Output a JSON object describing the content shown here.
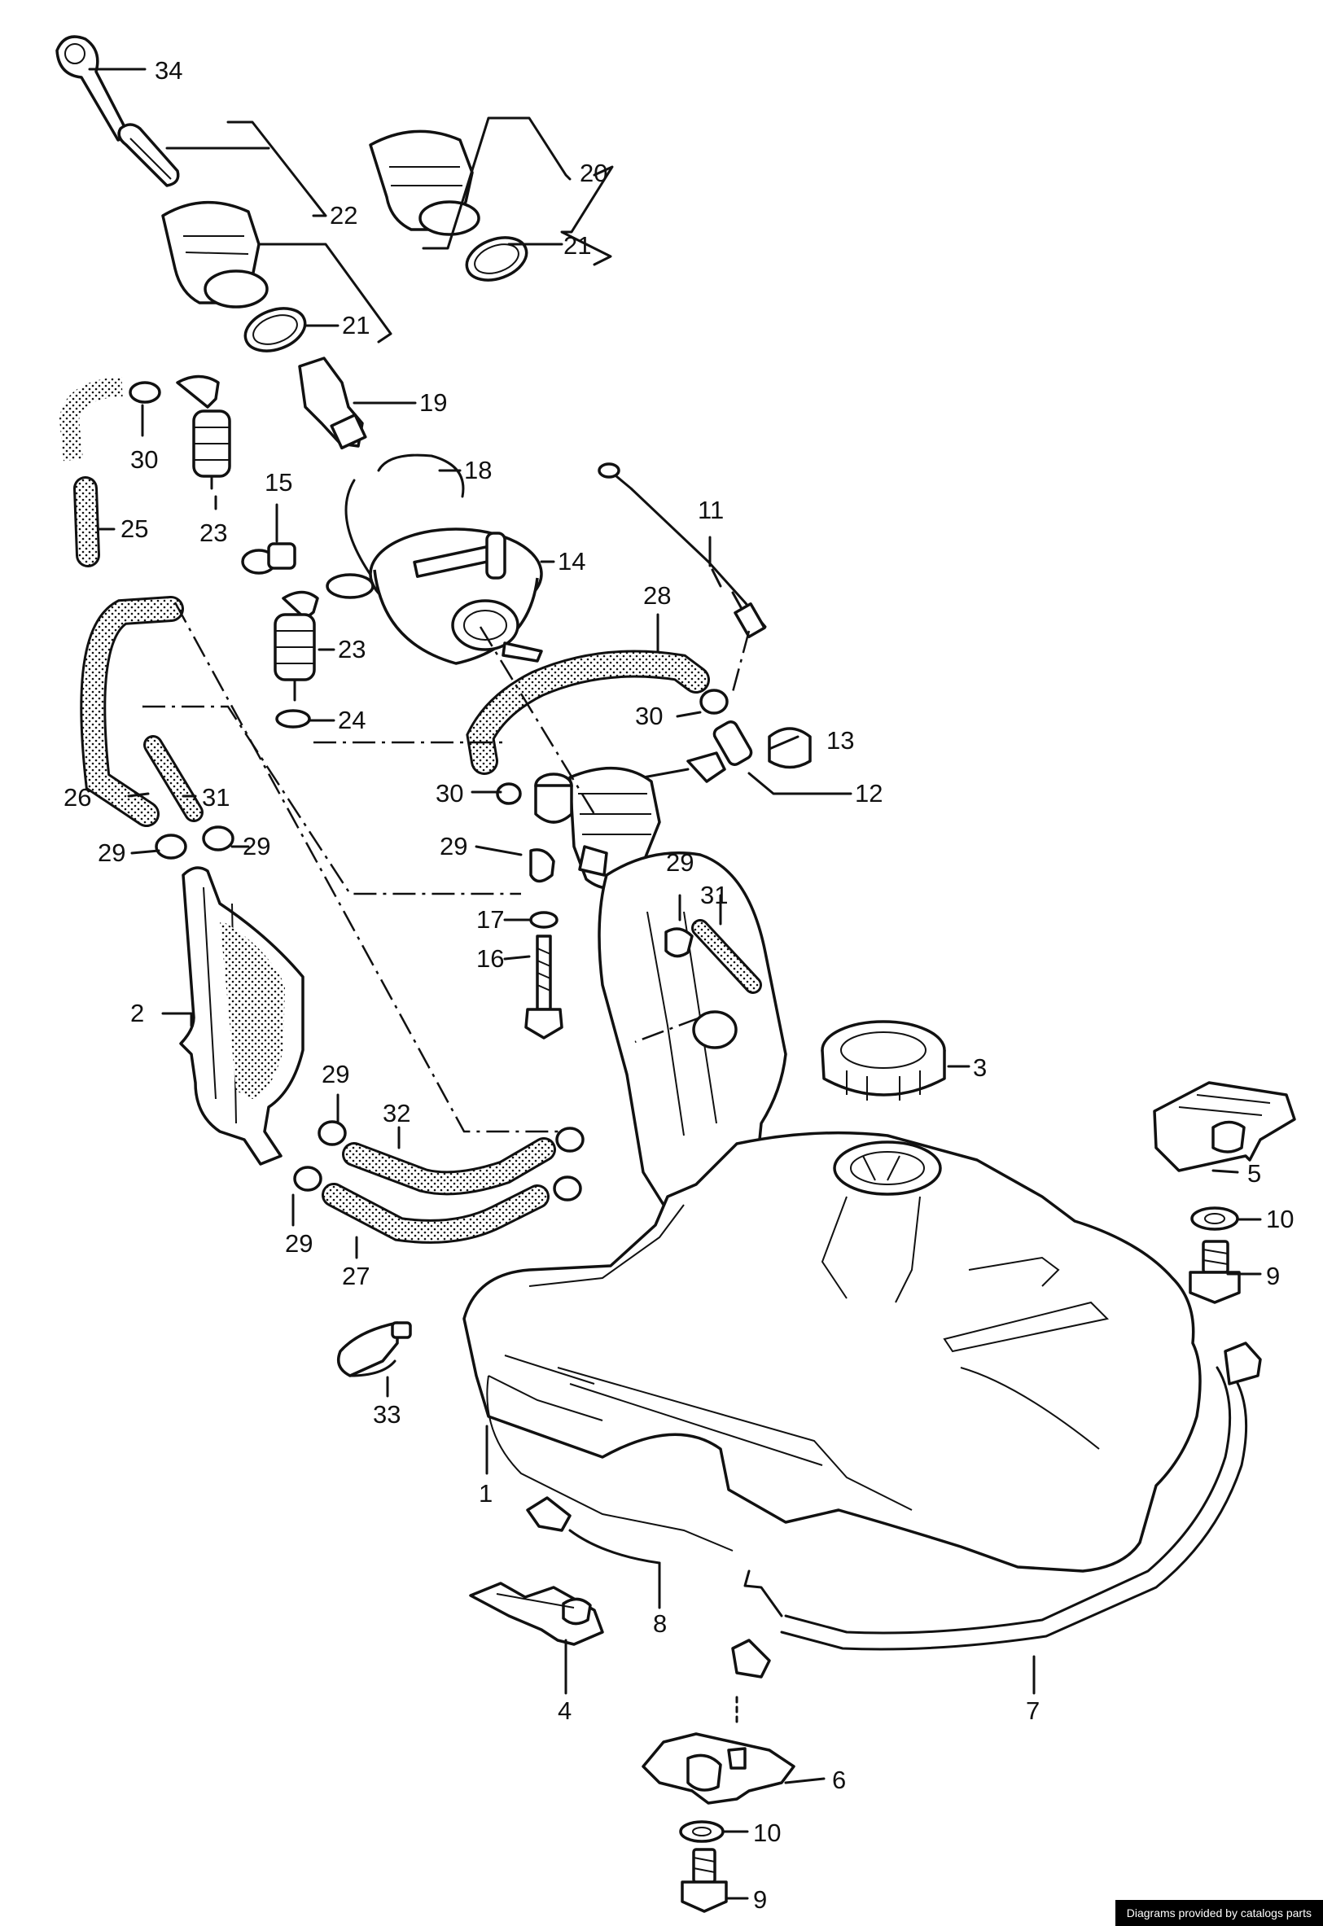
{
  "credit": "Diagrams provided by catalogs parts",
  "labels": {
    "p1": "1",
    "p2": "2",
    "p3": "3",
    "p4": "4",
    "p5": "5",
    "p6": "6",
    "p7": "7",
    "p8": "8",
    "p9a": "9",
    "p9b": "9",
    "p10a": "10",
    "p10b": "10",
    "p11": "11",
    "p12": "12",
    "p13": "13",
    "p14": "14",
    "p15": "15",
    "p16": "16",
    "p17": "17",
    "p18": "18",
    "p19": "19",
    "p20": "20",
    "p21a": "21",
    "p21b": "21",
    "p22": "22",
    "p23a": "23",
    "p23b": "23",
    "p24": "24",
    "p25": "25",
    "p26": "26",
    "p27": "27",
    "p28": "28",
    "p29a": "29",
    "p29b": "29",
    "p29c": "29",
    "p29d": "29",
    "p29e": "29",
    "p29f": "29",
    "p30a": "30",
    "p30b": "30",
    "p30c": "30",
    "p31a": "31",
    "p31b": "31",
    "p32": "32",
    "p33": "33",
    "p34": "34"
  }
}
